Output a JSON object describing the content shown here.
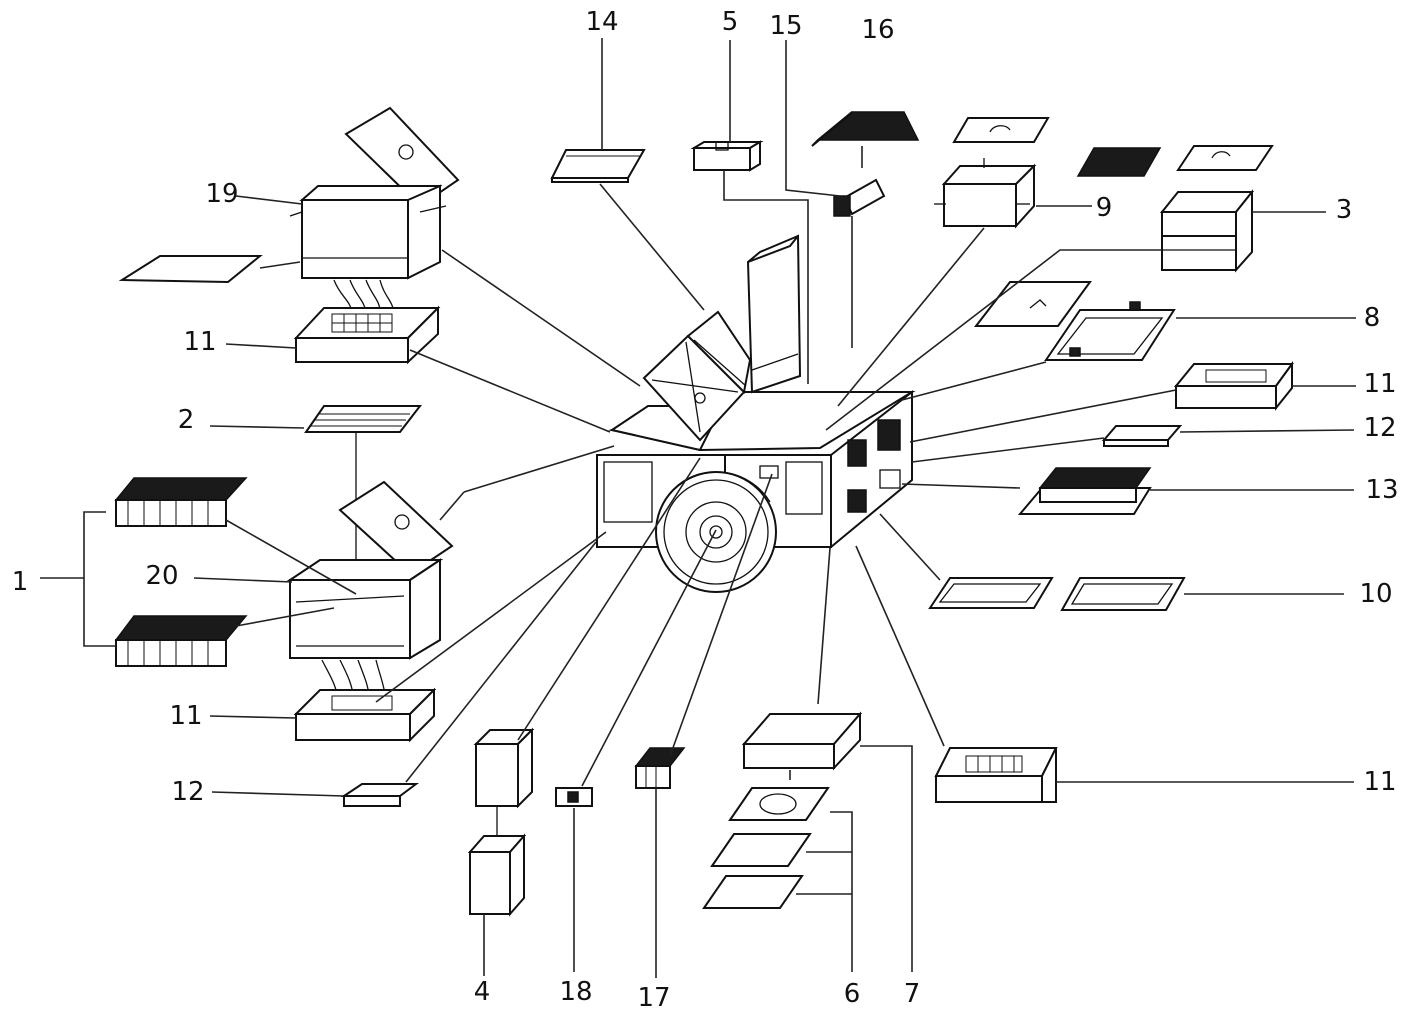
{
  "callouts": {
    "c1": "1",
    "c2": "2",
    "c3": "3",
    "c4": "4",
    "c5": "5",
    "c6": "6",
    "c7": "7",
    "c8": "8",
    "c9": "9",
    "c10": "10",
    "c11a": "11",
    "c11b": "11",
    "c11c": "11",
    "c11d": "11",
    "c12a": "12",
    "c12b": "12",
    "c13": "13",
    "c14": "14",
    "c15": "15",
    "c16": "16",
    "c17": "17",
    "c18": "18",
    "c19": "19",
    "c20": "20"
  },
  "colors": {
    "ink": "#111111",
    "paper": "#ffffff"
  }
}
